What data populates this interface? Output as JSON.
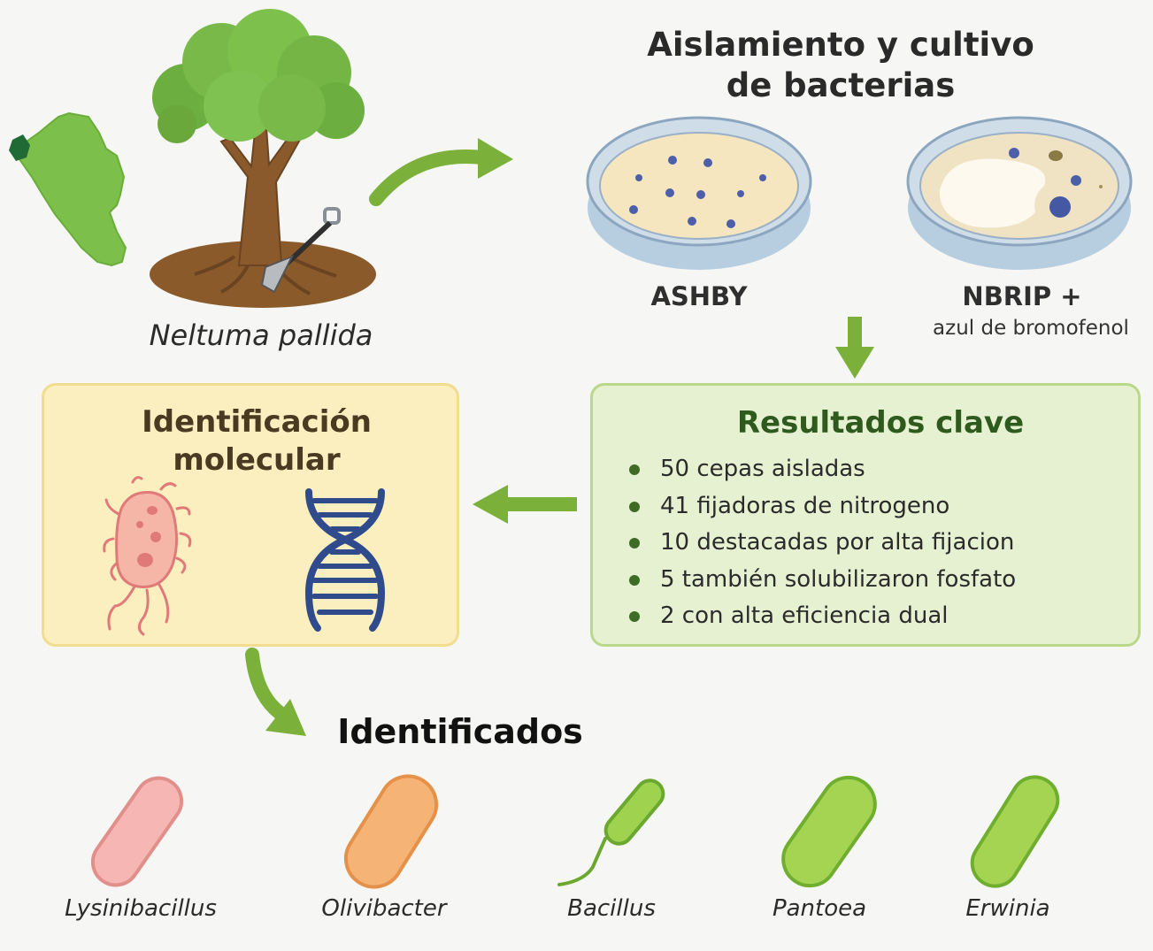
{
  "source": {
    "plant_name": "Neltuma pallida"
  },
  "isolation": {
    "title_line1": "Aislamiento y cultivo",
    "title_line2": "de bacterias",
    "plates": [
      {
        "label": "ASHBY",
        "sublabel": ""
      },
      {
        "label": "NBRIP +",
        "sublabel": "azul de bromofenol"
      }
    ]
  },
  "molecular": {
    "title_line1": "Identificación",
    "title_line2": "molecular"
  },
  "results": {
    "title": "Resultados clave",
    "items": [
      "50 cepas aisladas",
      "41 fijadoras de nitrogeno",
      "10 destacadas por alta fijacion",
      "5 también solubilizaron fosfato",
      "2 con alta eficiencia dual"
    ]
  },
  "identified": {
    "title": "Identificados",
    "genera": [
      "Lysinibacillus",
      "Olivibacter",
      "Bacillus",
      "Pantoea",
      "Erwinia"
    ]
  },
  "colors": {
    "arrow_green": "#7bb13a",
    "ident_box_fill": "#fbefc0",
    "results_box_fill": "#e6f1d2",
    "results_title": "#2f5a1e",
    "dna_blue": "#2f4b8c"
  },
  "icons": {
    "map": "peru-map-icon",
    "tree": "tree-icon",
    "shovel": "shovel-icon",
    "bacterium": "bacterium-icon",
    "dna": "dna-helix-icon"
  }
}
